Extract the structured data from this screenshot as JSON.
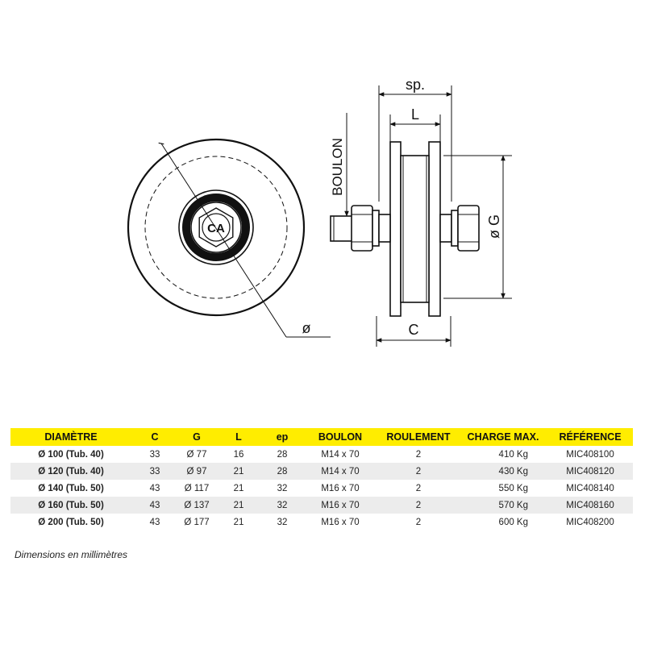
{
  "drawing": {
    "labels": {
      "sp": "sp.",
      "l": "L",
      "boulon": "BOULON",
      "g": "ø G",
      "c": "C",
      "diameter": "ø"
    },
    "logo_text": "CA"
  },
  "table": {
    "headers": [
      "DIAMÈTRE",
      "C",
      "G",
      "L",
      "ep",
      "BOULON",
      "ROULEMENT",
      "CHARGE MAX.",
      "RÉFÉRENCE"
    ],
    "rows": [
      [
        "Ø 100 (Tub. 40)",
        "33",
        "Ø 77",
        "16",
        "28",
        "M14 x 70",
        "2",
        "410 Kg",
        "MIC408100"
      ],
      [
        "Ø 120 (Tub. 40)",
        "33",
        "Ø 97",
        "21",
        "28",
        "M14 x 70",
        "2",
        "430 Kg",
        "MIC408120"
      ],
      [
        "Ø 140 (Tub. 50)",
        "43",
        "Ø 117",
        "21",
        "32",
        "M16 x 70",
        "2",
        "550 Kg",
        "MIC408140"
      ],
      [
        "Ø 160 (Tub. 50)",
        "43",
        "Ø 137",
        "21",
        "32",
        "M16 x 70",
        "2",
        "570 Kg",
        "MIC408160"
      ],
      [
        "Ø 200 (Tub. 50)",
        "43",
        "Ø 177",
        "21",
        "32",
        "M16 x 70",
        "2",
        "600 Kg",
        "MIC408200"
      ]
    ]
  },
  "note": "Dimensions en millimètres",
  "colors": {
    "header_bg": "#ffed00",
    "row_alt": "#ececec",
    "line": "#111111"
  }
}
